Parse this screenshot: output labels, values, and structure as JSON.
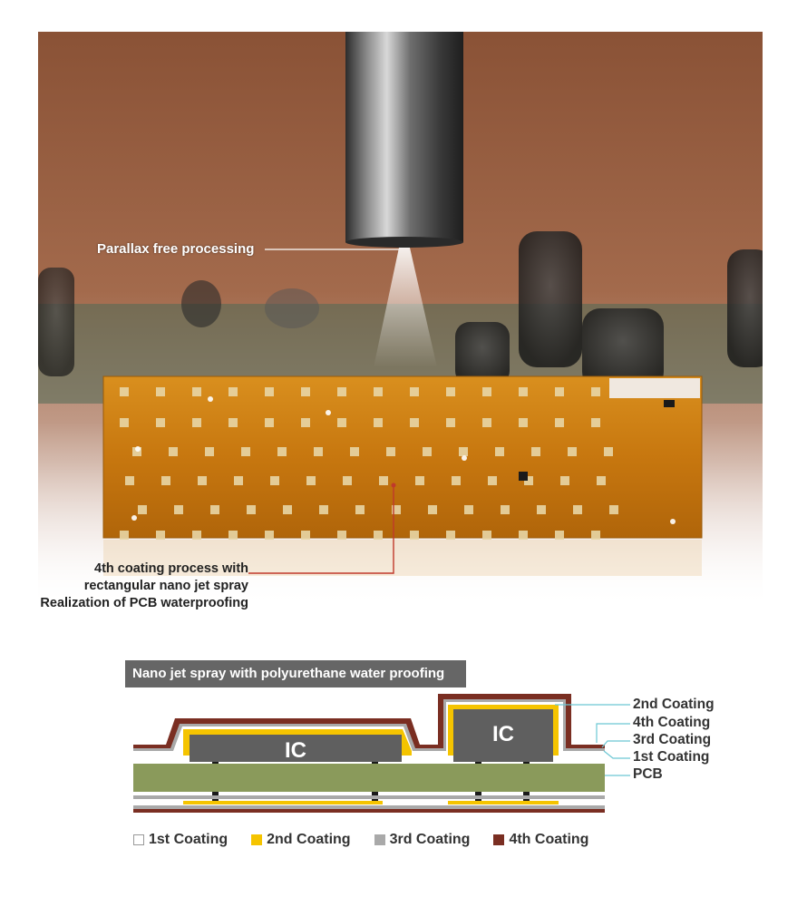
{
  "photo": {
    "callout_top": "Parallax free processing",
    "callout_bottom": [
      "4th coating process with",
      "rectangular nano jet spray",
      "Realization of PCB waterproofing"
    ]
  },
  "diagram": {
    "banner": "Nano jet spray with polyurethane water proofing",
    "ic_label_left": "IC",
    "ic_label_right": "IC",
    "layer_labels": [
      "2nd Coating",
      "4th Coating",
      "3rd Coating",
      "1st Coating",
      "PCB"
    ]
  },
  "legend": [
    {
      "label": "1st Coating",
      "color": "#ffffff"
    },
    {
      "label": "2nd Coating",
      "color": "#f5c400"
    },
    {
      "label": "3rd Coating",
      "color": "#a9a9a9"
    },
    {
      "label": "4th Coating",
      "color": "#7a2e22"
    }
  ],
  "colors": {
    "pcb": "#8a9a5b",
    "ic": "#5f5f5f",
    "leader": "#6cc7d4",
    "leader_red": "#c0392b"
  }
}
